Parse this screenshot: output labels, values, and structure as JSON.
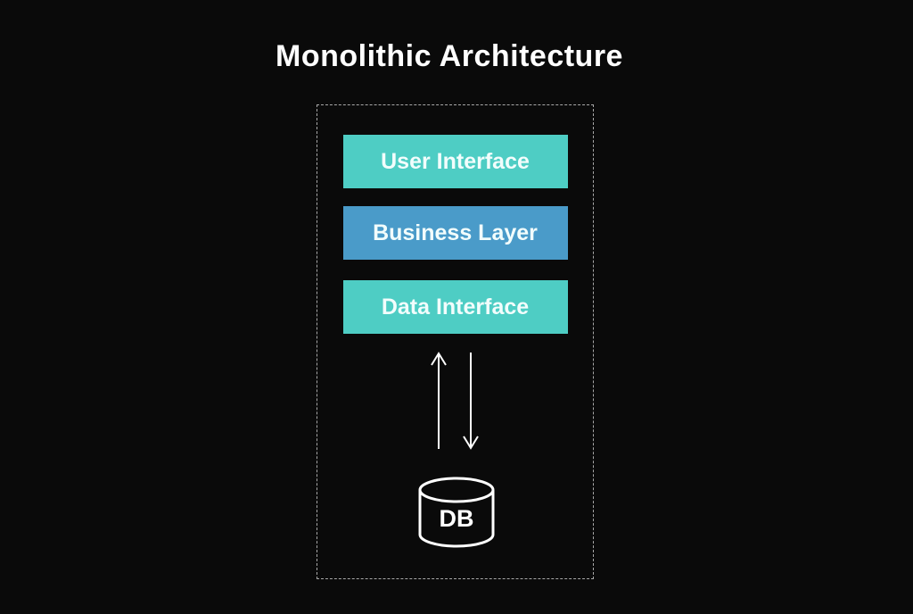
{
  "title": "Monolithic Architecture",
  "diagram": {
    "layers": [
      {
        "label": "User Interface",
        "color": "#4ecdc4"
      },
      {
        "label": "Business Layer",
        "color": "#4a9bc9"
      },
      {
        "label": "Data Interface",
        "color": "#4ecdc4"
      }
    ],
    "database": {
      "label": "DB"
    },
    "colors": {
      "background": "#0a0a0a",
      "teal": "#4ecdc4",
      "blue": "#4a9bc9",
      "line": "#ffffff",
      "dashed_border": "#a8a8a8",
      "text": "#f2fdfc"
    }
  }
}
